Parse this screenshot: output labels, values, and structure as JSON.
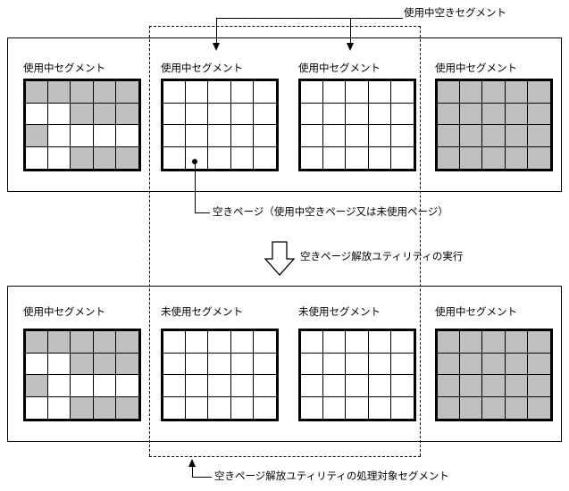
{
  "diagram": {
    "title_note": "free page release utility segment diagram",
    "colors": {
      "line": "#000000",
      "page_used": "#bfbfbf",
      "page_free": "#ffffff",
      "background": "#ffffff"
    }
  },
  "callouts": {
    "top_label": "使用中空きセグメント",
    "free_page_label": "空きページ（使用中空きページ又は未使用ページ）",
    "process_arrow_label": "空きページ解放ユティリティの実行",
    "bottom_label": "空きページ解放ユティリティの処理対象セグメント"
  },
  "labels": {
    "in_use_segment": "使用中セグメント",
    "unused_segment": "未使用セグメント"
  },
  "before": {
    "segments": [
      {
        "name": "segment-1",
        "label": "使用中セグメント",
        "state": "in-use",
        "rows": 4,
        "cols": 5,
        "cells": [
          [
            1,
            1,
            1,
            1,
            1
          ],
          [
            0,
            0,
            1,
            1,
            1
          ],
          [
            1,
            0,
            0,
            0,
            0
          ],
          [
            0,
            0,
            1,
            1,
            1
          ]
        ]
      },
      {
        "name": "segment-2",
        "label": "使用中セグメント",
        "state": "in-use-empty",
        "rows": 4,
        "cols": 5,
        "cells": [
          [
            0,
            0,
            0,
            0,
            0
          ],
          [
            0,
            0,
            0,
            0,
            0
          ],
          [
            0,
            0,
            0,
            0,
            0
          ],
          [
            0,
            0,
            0,
            0,
            0
          ]
        ],
        "marker": {
          "row": 4,
          "col": 2,
          "name": "free-page-dot"
        }
      },
      {
        "name": "segment-3",
        "label": "使用中セグメント",
        "state": "in-use-empty",
        "rows": 4,
        "cols": 5,
        "cells": [
          [
            0,
            0,
            0,
            0,
            0
          ],
          [
            0,
            0,
            0,
            0,
            0
          ],
          [
            0,
            0,
            0,
            0,
            0
          ],
          [
            0,
            0,
            0,
            0,
            0
          ]
        ]
      },
      {
        "name": "segment-4",
        "label": "使用中セグメント",
        "state": "in-use",
        "rows": 4,
        "cols": 5,
        "cells": [
          [
            1,
            1,
            1,
            1,
            1
          ],
          [
            1,
            1,
            1,
            1,
            1
          ],
          [
            1,
            1,
            1,
            1,
            1
          ],
          [
            1,
            1,
            1,
            1,
            1
          ]
        ]
      }
    ]
  },
  "after": {
    "segments": [
      {
        "name": "segment-1",
        "label": "使用中セグメント",
        "state": "in-use",
        "rows": 4,
        "cols": 5,
        "cells": [
          [
            1,
            1,
            1,
            1,
            1
          ],
          [
            0,
            0,
            1,
            1,
            1
          ],
          [
            1,
            0,
            0,
            0,
            0
          ],
          [
            0,
            0,
            1,
            1,
            1
          ]
        ]
      },
      {
        "name": "segment-2",
        "label": "未使用セグメント",
        "state": "unused",
        "rows": 4,
        "cols": 5,
        "cells": [
          [
            0,
            0,
            0,
            0,
            0
          ],
          [
            0,
            0,
            0,
            0,
            0
          ],
          [
            0,
            0,
            0,
            0,
            0
          ],
          [
            0,
            0,
            0,
            0,
            0
          ]
        ]
      },
      {
        "name": "segment-3",
        "label": "未使用セグメント",
        "state": "unused",
        "rows": 4,
        "cols": 5,
        "cells": [
          [
            0,
            0,
            0,
            0,
            0
          ],
          [
            0,
            0,
            0,
            0,
            0
          ],
          [
            0,
            0,
            0,
            0,
            0
          ],
          [
            0,
            0,
            0,
            0,
            0
          ]
        ]
      },
      {
        "name": "segment-4",
        "label": "使用中セグメント",
        "state": "in-use",
        "rows": 4,
        "cols": 5,
        "cells": [
          [
            1,
            1,
            1,
            1,
            1
          ],
          [
            1,
            1,
            1,
            1,
            1
          ],
          [
            1,
            1,
            1,
            1,
            1
          ],
          [
            1,
            1,
            1,
            1,
            1
          ]
        ]
      }
    ]
  }
}
